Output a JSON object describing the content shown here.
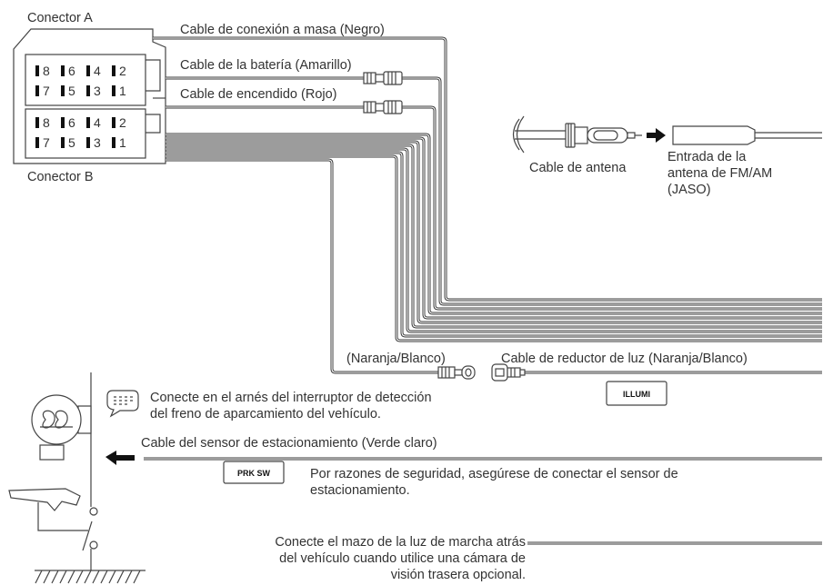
{
  "connectors": {
    "a_label": "Conector A",
    "b_label": "Conector B",
    "pins_top": [
      "8",
      "6",
      "4",
      "2"
    ],
    "pins_bottom": [
      "7",
      "5",
      "3",
      "1"
    ]
  },
  "wires": {
    "ground": "Cable de conexión a masa (Negro)",
    "battery": "Cable de la batería (Amarillo)",
    "ignition": "Cable de encendido (Rojo)",
    "orange_white": "(Naranja/Blanco)",
    "dimmer": "Cable de reductor de luz (Naranja/Blanco)",
    "parking_sensor": "Cable del sensor de estacionamiento (Verde claro)"
  },
  "antenna": {
    "cable_label": "Cable de antena",
    "input_lines": [
      "Entrada de la",
      "antena de FM/AM",
      "(JASO)"
    ]
  },
  "boxes": {
    "illumi": "ILLUMI",
    "prk_sw": "PRK SW"
  },
  "notes": {
    "parking_brake": [
      "Conecte en el arnés del interruptor de detección",
      "del freno de aparcamiento del vehículo."
    ],
    "safety": [
      "Por razones de seguridad, asegúrese de conectar el sensor de",
      "estacionamiento."
    ],
    "reverse": [
      "Conecte el mazo de la luz de marcha atrás",
      "del vehículo cuando utilice una cámara de",
      "visión trasera opcional."
    ]
  }
}
